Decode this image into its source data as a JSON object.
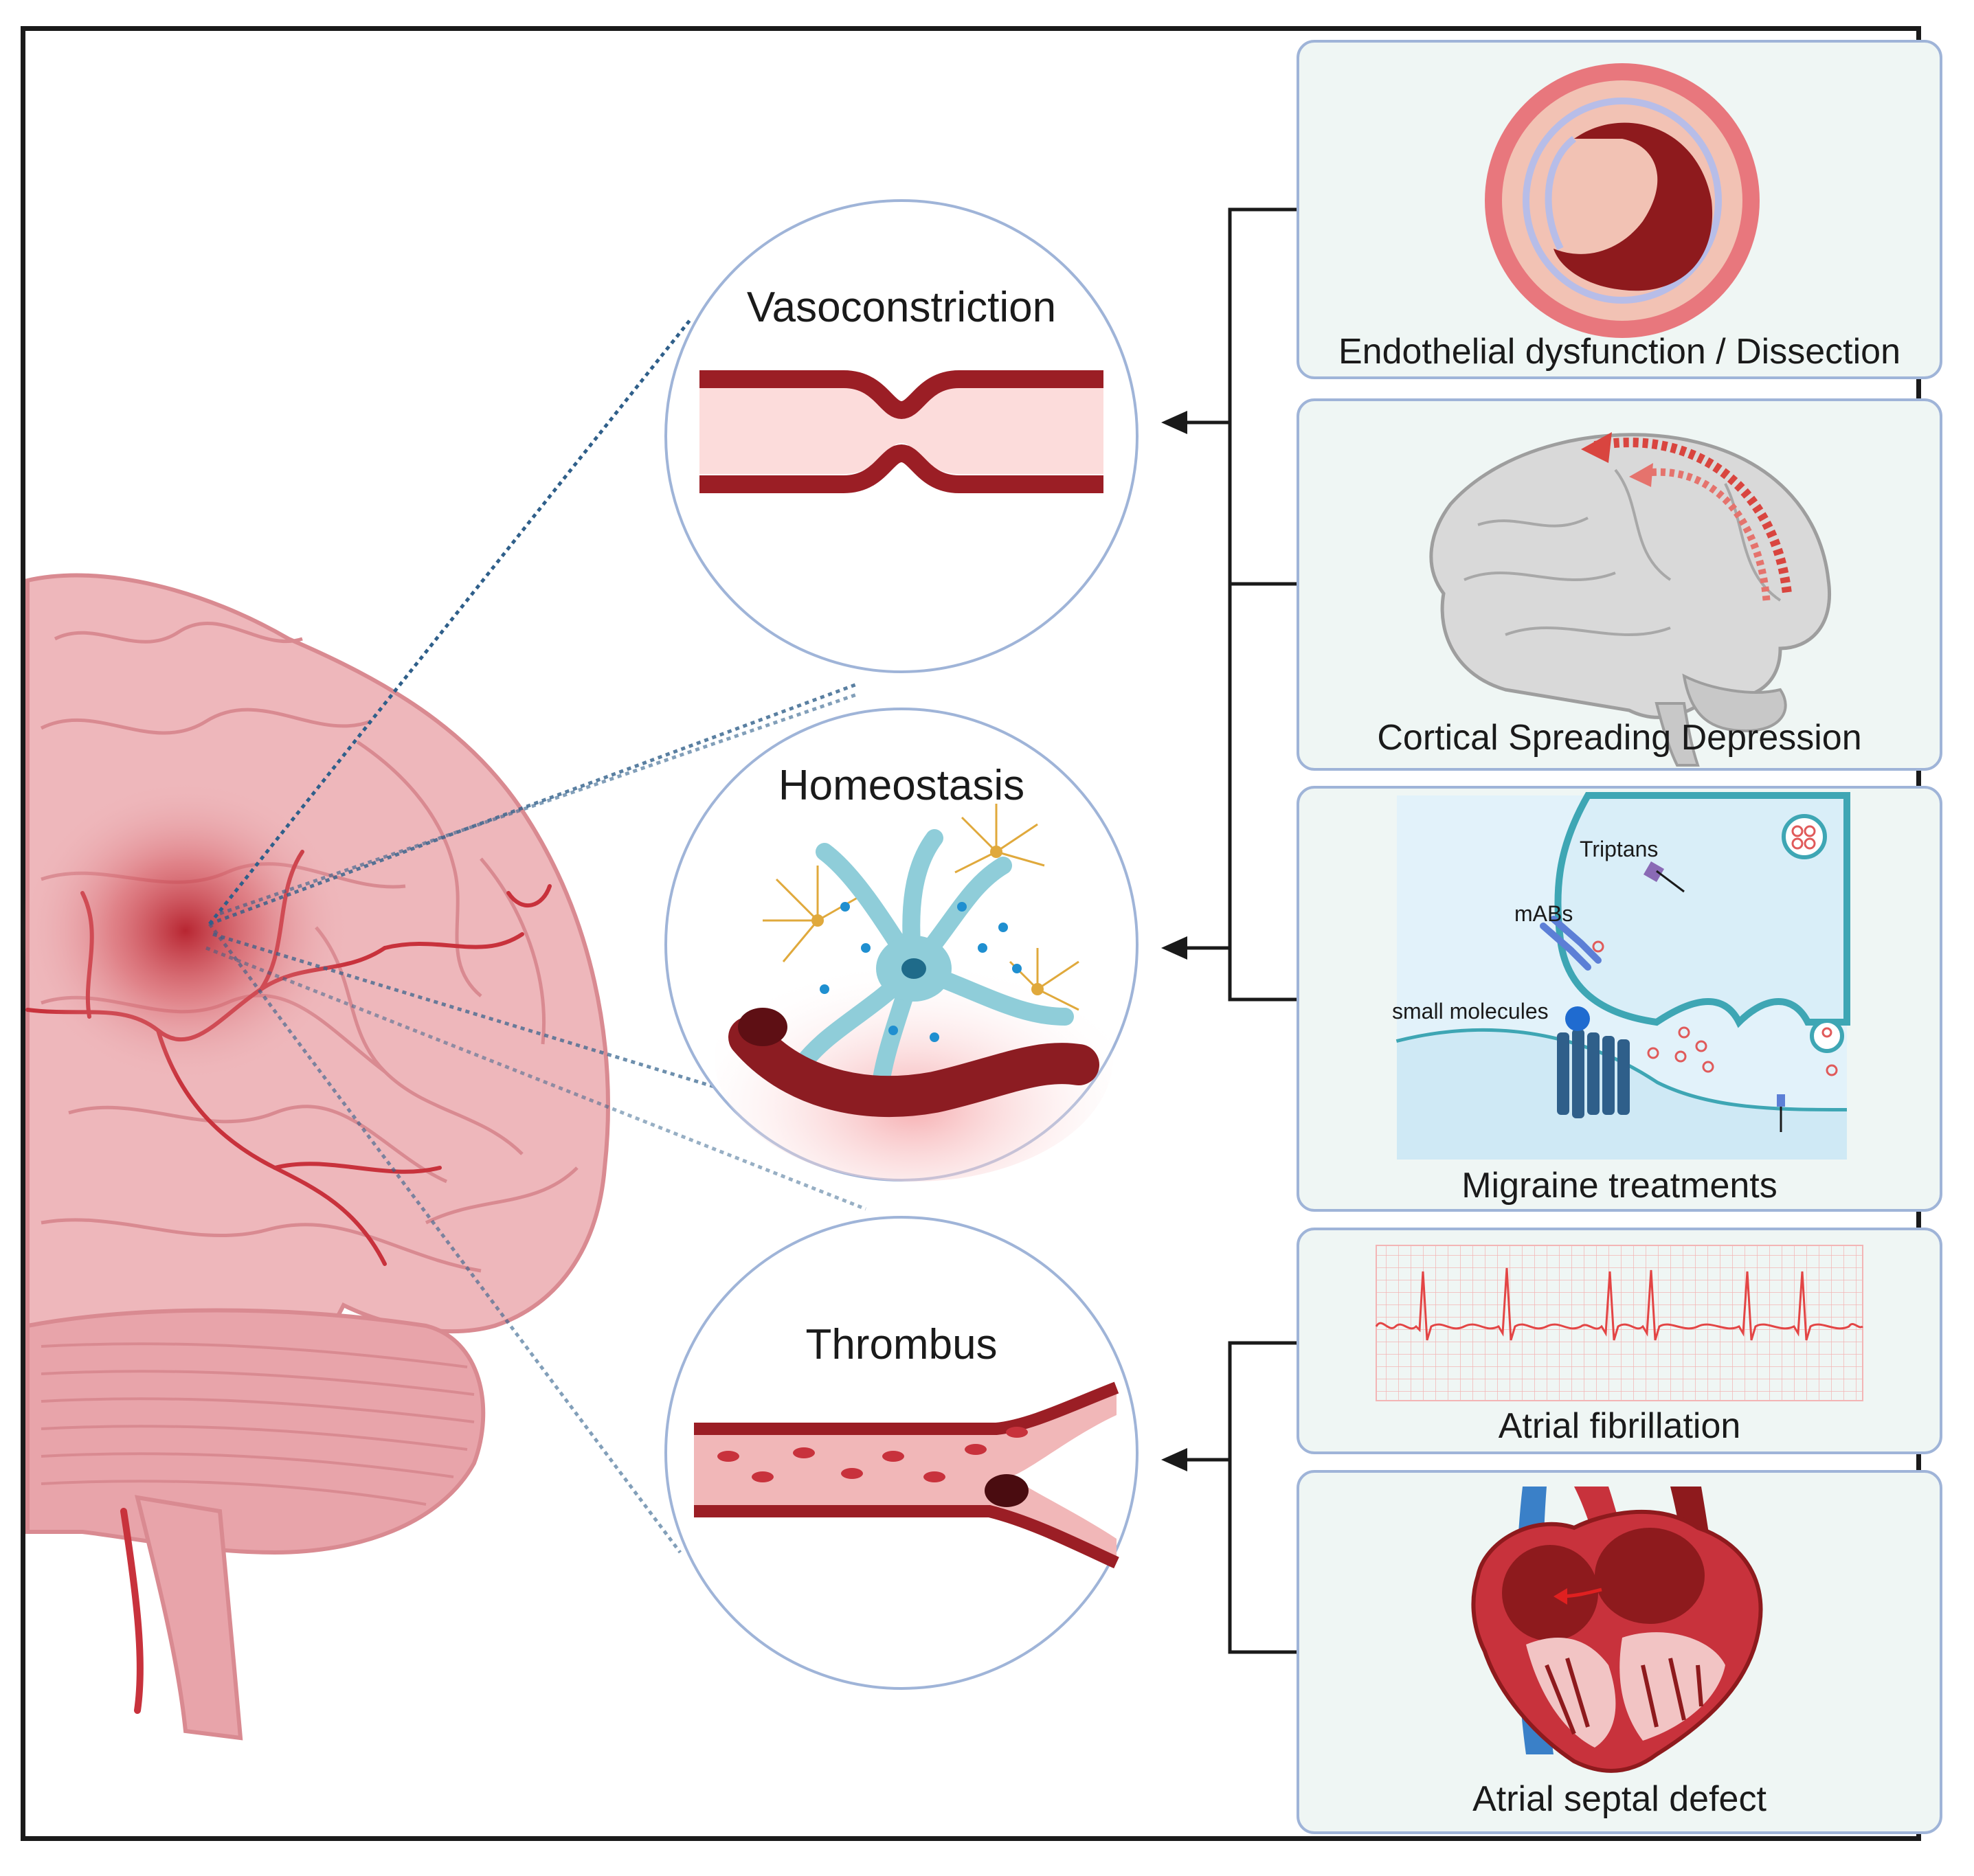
{
  "mechanisms": [
    {
      "id": "vasoconstriction",
      "title": "Vasoconstriction"
    },
    {
      "id": "homeostasis",
      "title": "Homeostasis"
    },
    {
      "id": "thrombus",
      "title": "Thrombus"
    }
  ],
  "panels": [
    {
      "id": "endothelial",
      "label": "Endothelial dysfunction / Dissection"
    },
    {
      "id": "csd",
      "label": "Cortical Spreading Depression"
    },
    {
      "id": "migraine",
      "label": "Migraine treatments",
      "sublabels": {
        "triptans": "Triptans",
        "mabs": "mABs",
        "small_molecules": "small molecules"
      }
    },
    {
      "id": "afib",
      "label": "Atrial fibrillation"
    },
    {
      "id": "asd",
      "label": "Atrial septal defect"
    }
  ],
  "colors": {
    "frame": "#1a1a1a",
    "panel_bg": "#eff6f4",
    "panel_border": "#9fb4d8",
    "circle_border": "#9fb4d8",
    "brain": "#eeb7bb",
    "vessel": "#9b1e25",
    "dotted_line": "#2f5f8a"
  }
}
